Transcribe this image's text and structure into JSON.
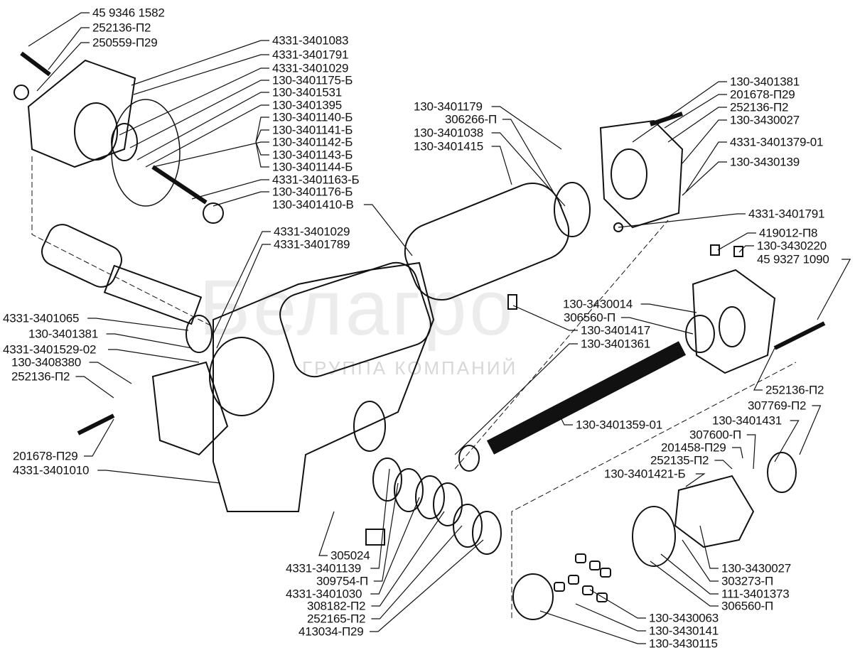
{
  "watermark": {
    "logo": "Белагро",
    "subtitle": "ГРУППА КОМПАНИЙ"
  },
  "diagram": {
    "type": "exploded parts diagram",
    "labels": [
      "45 9346 1582",
      "252136-П2",
      "250559-П29",
      "4331-3401083",
      "4331-3401791",
      "4331-3401029",
      "130-3401175-Б",
      "130-3401531",
      "130-3401395",
      "130-3401140-Б",
      "130-3401141-Б",
      "130-3401142-Б",
      "130-3401143-Б",
      "130-3401144-Б",
      "4331-3401163-Б",
      "130-3401176-Б",
      "130-3401410-В",
      "4331-3401029",
      "4331-3401789",
      "130-3401179",
      "306266-П",
      "130-3401038",
      "130-3401415",
      "130-3401381",
      "201678-П29",
      "252136-П2",
      "130-3430027",
      "4331-3401379-01",
      "130-3430139",
      "4331-3401791",
      "419012-П8",
      "130-3430220",
      "45 9327 1090",
      "130-3430014",
      "306560-П",
      "130-3401417",
      "130-3401361",
      "4331-3401065",
      "130-3401381",
      "4331-3401529-02",
      "130-3408380",
      "252136-П2",
      "201678-П29",
      "4331-3401010",
      "130-3401359-01",
      "252136-П2",
      "307769-П2",
      "130-3401431",
      "307600-П",
      "201458-П29",
      "252135-П2",
      "130-3401421-Б",
      "305024",
      "4331-3401139",
      "309754-П",
      "4331-3401030",
      "308182-П2",
      "252165-П2",
      "413034-П29",
      "130-3430027",
      "303273-П",
      "111-3401373",
      "306560-П",
      "130-3430063",
      "130-3430141",
      "130-3430115"
    ]
  },
  "colors": {
    "ink": "#111111",
    "background": "#ffffff"
  }
}
